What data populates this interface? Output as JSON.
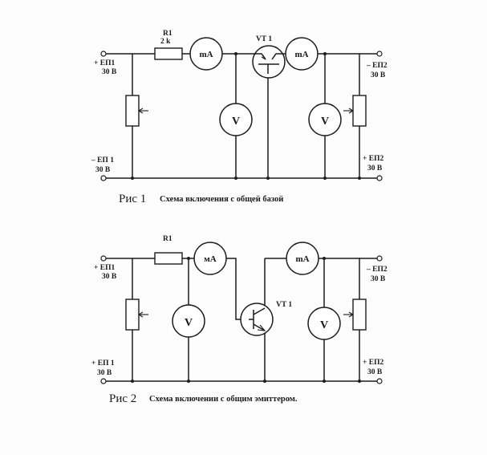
{
  "figure1": {
    "resistor_label": "R1",
    "resistor_value": "2 k",
    "transistor_label": "VT 1",
    "meter_ma_left": "mA",
    "meter_ma_right": "mA",
    "meter_v_left": "V",
    "meter_v_right": "V",
    "left_top_label": "+ EП1",
    "left_top_voltage": "30 В",
    "left_bottom_label": "– EП 1",
    "left_bottom_voltage": "30 В",
    "right_top_label": "– EП2",
    "right_top_voltage": "30 В",
    "right_bottom_label": "+ EП2",
    "right_bottom_voltage": "30 В",
    "caption_fig": "Рис 1",
    "caption_text": "Схема включения с общей базой"
  },
  "figure2": {
    "resistor_label": "R1",
    "transistor_label": "VT 1",
    "meter_ma_left": "мA",
    "meter_ma_right": "mA",
    "meter_v_left": "V",
    "meter_v_right": "V",
    "left_top_label": "+ EП1",
    "left_top_voltage": "30 В",
    "left_bottom_label": "+ EП 1",
    "left_bottom_voltage": "30 В",
    "right_top_label": "– EП2",
    "right_top_voltage": "30 В",
    "right_bottom_label": "+ EП2",
    "right_bottom_voltage": "30 В",
    "caption_fig": "Рис 2",
    "caption_text": "Схема включении с общим эмиттером."
  }
}
